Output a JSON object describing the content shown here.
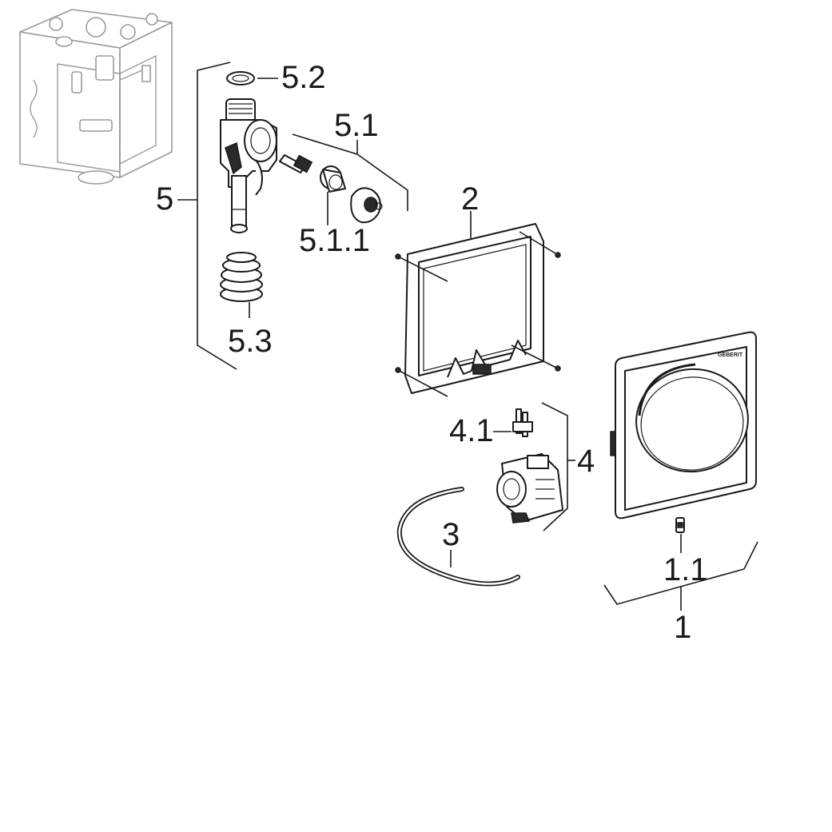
{
  "labels": {
    "l1": "1",
    "l1_1": "1.1",
    "l2": "2",
    "l3": "3",
    "l4": "4",
    "l4_1": "4.1",
    "l5": "5",
    "l5_1": "5.1",
    "l5_1_1": "5.1.1",
    "l5_2": "5.2",
    "l5_3": "5.3"
  },
  "logo_text": "GEBERIT",
  "colors": {
    "line": "#1a1a1a",
    "faded_part": "#9a9a9a",
    "background": "#ffffff"
  }
}
